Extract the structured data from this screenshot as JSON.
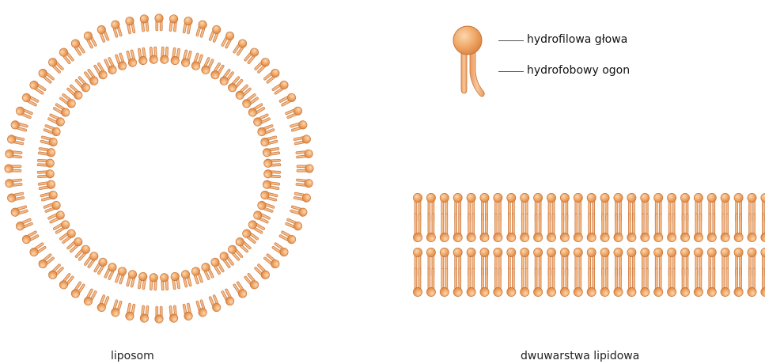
{
  "legend": {
    "head_label": "hydrofilowa głowa",
    "tail_label": "hydrofobowy ogon"
  },
  "captions": {
    "liposome": "liposom",
    "bilayer": "dwuwarstwa lipidowa"
  },
  "structure": {
    "liposome_molecules_per_ring": 64,
    "bilayer_molecules_per_leaflet": 27
  },
  "colors": {
    "head_fill": "#f0a868",
    "head_highlight": "#fbd7b0",
    "head_stroke": "#c8743a",
    "tail_fill": "#f3b27a",
    "tail_stroke": "#c8743a",
    "legend_line": "#555555"
  }
}
